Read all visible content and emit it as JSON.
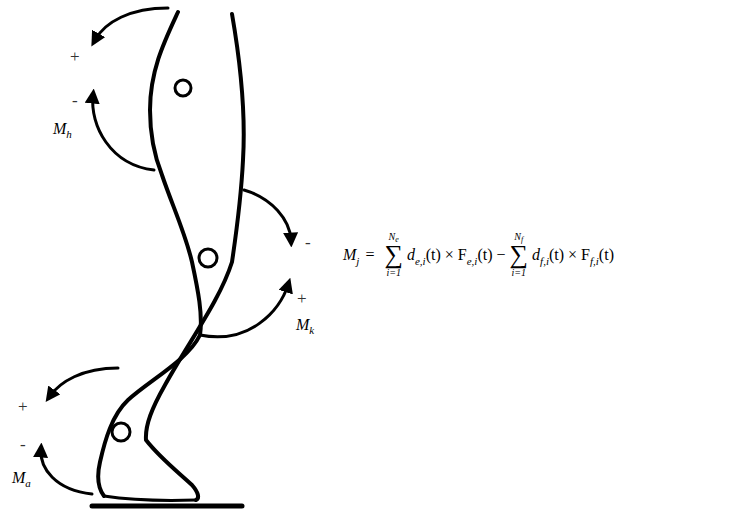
{
  "diagram": {
    "labels": [
      "+",
      "-",
      "M",
      "h",
      "-",
      "+",
      "M",
      "k",
      "+",
      "-",
      "M",
      "a",
      "M",
      "j",
      "=",
      "N",
      "e",
      "∑",
      "i=1",
      "d",
      "e,i",
      "(t) × F",
      "e,i",
      "(t) −",
      "N",
      "f",
      "∑",
      "i=1",
      "d",
      "f,i",
      "(t) × F",
      "f,i",
      "(t)"
    ]
  }
}
